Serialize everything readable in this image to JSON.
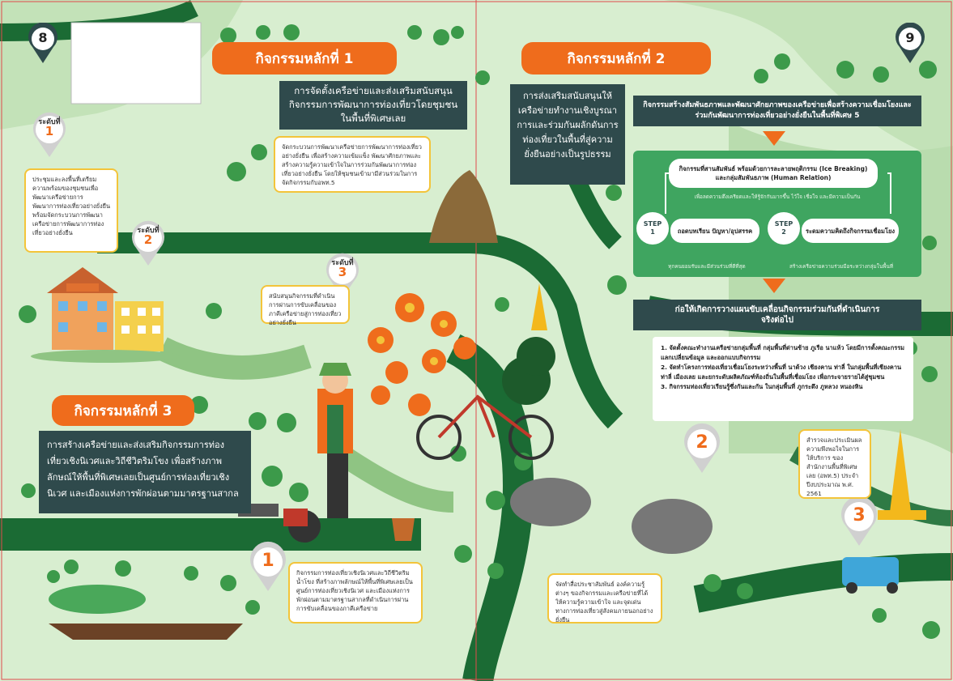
{
  "page_left": "8",
  "page_right": "9",
  "activity1": {
    "tab": "กิจกรรมหลักที่ 1",
    "desc": "การจัดตั้งเครือข่ายและส่งเสริมสนับสนุนกิจกรรมการพัฒนาการท่องเที่ยวโดยชุมชนในพื้นที่พิเศษเลย",
    "level1_label": "ระดับที่",
    "level1_num": "1",
    "level1_note": "ประชุมและลงพื้นที่เตรียมความพร้อมของชุมชนเพื่อพัฒนาเครือข่ายการพัฒนาการท่องเที่ยวอย่างยั่งยืน พร้อมจัดกระบวนการพัฒนาเครือข่ายการพัฒนาการท่องเที่ยวอย่างยั่งยืน",
    "top_note": "จัดกระบวนการพัฒนาเครือข่ายการพัฒนาการท่องเที่ยวอย่างยั่งยืน เพื่อสร้างความเข้มแข็ง พัฒนาศักยภาพและสร้างความรู้ความเข้าใจในการร่วมกันพัฒนาการท่องเที่ยวอย่างยั่งยืน โดยให้ชุมชนเข้ามามีส่วนร่วมในการจัดกิจกรรมกับอพท.5",
    "level2_label": "ระดับที่",
    "level2_num": "2",
    "level3_label": "ระดับที่",
    "level3_num": "3",
    "level3_note": "สนับสนุนกิจกรรมที่ดำเนินการผ่านการขับเคลื่อนของภาคีเครือข่ายสู่การท่องเที่ยวอย่างยั่งยืน"
  },
  "activity2": {
    "tab": "กิจกรรมหลักที่ 2",
    "desc": "การส่งเสริมสนับสนุนให้เครือข่ายทำงานเชิงบูรณาการและร่วมกันผลักดันการท่องเที่ยวในพื้นที่สู่ความยั่งยืนอย่างเป็นรูปธรรม",
    "header1": "กิจกรรมสร้างสัมพันธภาพและพัฒนาศักยภาพของเครือข่ายเพื่อสร้างความเชื่อมโยงและร่วมกันพัฒนาการท่องเที่ยวอย่างยั่งยืนในพื้นที่พิเศษ 5",
    "pill_top": "กิจกรรมที่สานสัมพันธ์ พร้อมด้วยการละลายพฤติกรรม (Ice Breaking) และกลุ่มสัมพันธภาพ (Human Relation)",
    "pill_top_sub": "เพื่อลดความตึงเครียดและให้รู้จักกันมากขึ้น ไว้ใจ เชื่อใจ และมีความเป็นกัน",
    "step_word": "STEP",
    "step1_num": "1",
    "step1_text": "ถอดบทเรียน ปัญหา/อุปสรรค",
    "step1_sub": "ทุกคนยอมรับและมีส่วนร่วมที่ดีที่สุด",
    "step2_num": "2",
    "step2_text": "ระดมความคิดถึงกิจกรรมเชื่อมโยง",
    "step2_sub": "สร้างเครือข่ายความร่วมมือระหว่างกลุ่มในพื้นที่",
    "header2": "ก่อให้เกิดการวางแผนขับเคลื่อนกิจกรรมร่วมกันที่ดำเนินการจริงต่อไป",
    "list": [
      "1. จัดตั้งคณะทำงานเครือข่ายกลุ่มพื้นที่ กลุ่มพื้นที่ด่านซ้าย ภูเรือ นาแห้ว โดยมีการตั้งคณะกรรม แลกเปลี่ยนข้อมูล และออกแบบกิจกรรม",
      "2. จัดทำโครงการท่องเที่ยวเชื่อมโยงระหว่างพื้นที่ นาด้วง เชียงคาน ท่าลี่ ในกลุ่มพื้นที่เชียงคาน ท่าลี่ เมืองเลย และยกระดับผลิตภัณฑ์ท้องถิ่นในพื้นที่เชื่อมโยง เพื่อกระจายรายได้สู่ชุมชน",
      "3. กิจกรรมท่องเที่ยวเรียนรู้ซึ่งกันและกัน ในกลุ่มพื้นที่ ภูกระดึง ภูหลวง หนองหิน"
    ],
    "pin2_num": "2",
    "pin3_num": "3",
    "note_mid": "จัดทำสื่อประชาสัมพันธ์ องค์ความรู้ต่างๆ ของกิจกรรมและเครือข่ายที่ได้ให้ความรู้ความเข้าใจ และจุดเด่นทางการท่องเที่ยวสู่สังคมภายนอกอย่างยั่งยืน",
    "note_right": "สำรวจและประเมินผลความพึงพอใจในการให้บริการ ของสำนักงานพื้นที่พิเศษเลย (อพท.5) ประจำปีงบประมาณ พ.ศ. 2561"
  },
  "activity3": {
    "tab": "กิจกรรมหลักที่ 3",
    "desc": "การสร้างเครือข่ายและส่งเสริมกิจกรรมการท่องเที่ยวเชิงนิเวศและวิถีชีวิตริมโขง เพื่อสร้างภาพลักษณ์ให้พื้นที่พิเศษเลยเป็นศูนย์การท่องเที่ยวเชิงนิเวศ และเมืองแห่งการพักผ่อนตามมาตรฐานสากล",
    "pin1_num": "1",
    "note": "กิจกรรมการท่องเที่ยวเชิงนิเวศและวิถีชีวิตริมน้ำโขง ที่สร้างภาพลักษณ์ให้พื้นที่พิเศษเลยเป็นศูนย์การท่องเที่ยวเชิงนิเวศ และเมืองแห่งการพักผ่อนตามมาตรฐานสากลที่ดำเนินการผ่านการขับเคลื่อนของภาคีเครือข่าย"
  },
  "colors": {
    "road": "#1b6b34",
    "tab": "#ef6c1c",
    "box": "#2f4a4c",
    "note_border": "#f3c43a",
    "bg": "#d8eed0"
  }
}
